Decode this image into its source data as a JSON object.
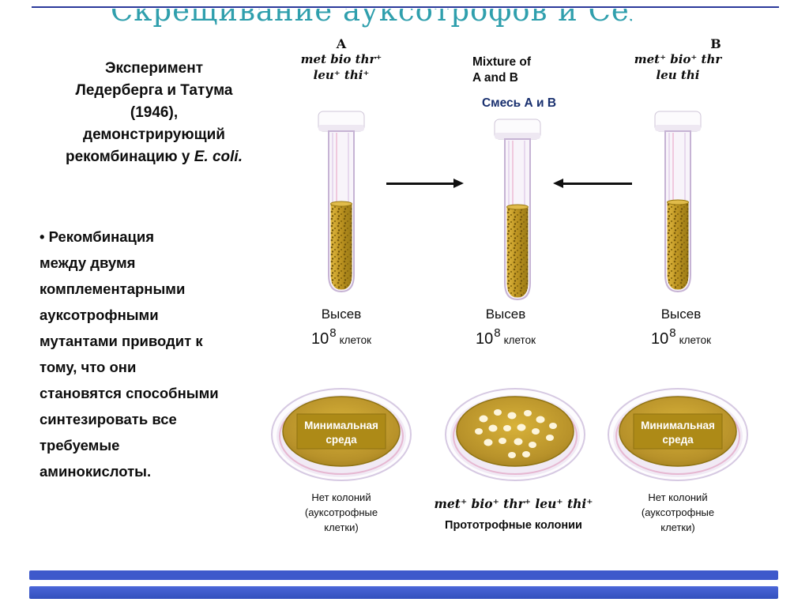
{
  "page": {
    "clipped_title": "Скрещивание ауксотрофов и Селективный отбор"
  },
  "left_panel": {
    "heading_lines": [
      "Эксперимент",
      "Ледерберга и Татума",
      "(1946),",
      "демонстрирующий"
    ],
    "heading_tail_prefix": "рекомбинацию у ",
    "heading_tail_italic": "E. coli.",
    "body_lines": [
      "• Рекомбинация",
      "между двумя",
      "комплементарными",
      "ауксотрофными",
      "мутантами приводит к",
      "тому, что они",
      "становятся способными",
      "синтезировать все",
      "требуемые",
      "аминокислоты."
    ]
  },
  "columns": {
    "a": {
      "label": "A",
      "genotype": [
        "met bio thr⁺",
        "leu⁺ thi⁺"
      ],
      "plating": {
        "word": "Высев",
        "base": "10",
        "exp": "8",
        "unit": "клеток"
      },
      "plate_label": [
        "Минимальная",
        "среда"
      ],
      "result": [
        "Нет колоний",
        "(ауксотрофные",
        "клетки)"
      ]
    },
    "mix": {
      "label_en": [
        "Mixture of",
        "A and B"
      ],
      "label_ru": "Смесь А и В",
      "plating": {
        "word": "Высев",
        "base": "10",
        "exp": "8",
        "unit": "клеток"
      },
      "result_genotype": "met⁺ bio⁺ thr⁺ leu⁺ thi⁺",
      "result_caption": "Прототрофные колонии"
    },
    "b": {
      "label": "B",
      "genotype": [
        "met⁺ bio⁺ thr",
        "leu thi"
      ],
      "plating": {
        "word": "Высев",
        "base": "10",
        "exp": "8",
        "unit": "клеток"
      },
      "plate_label": [
        "Минимальная",
        "среда"
      ],
      "result": [
        "Нет колоний",
        "(ауксотрофные",
        "клетки)"
      ]
    }
  },
  "colors": {
    "footer_bar_blue": "#3e59cb",
    "title_teal": "#2f9fad",
    "liquid_gold": "#bb9220",
    "plate_gold": "#b8922a",
    "plate_label_box": "#ad8a17",
    "mix_ru_navy": "#19306f"
  }
}
